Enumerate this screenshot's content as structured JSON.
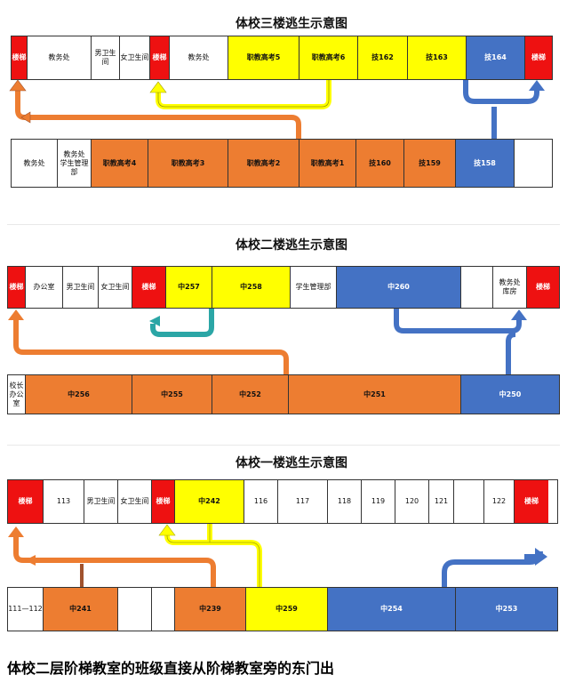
{
  "colors": {
    "stair": "#ee1111",
    "white": "#ffffff",
    "yellow": "#ffff00",
    "orange": "#ed7d31",
    "blue": "#4472c4",
    "teal": "#2ba6a6"
  },
  "floor3": {
    "title": "体校三楼逃生示意图",
    "top_row": [
      {
        "label": "楼梯",
        "kind": "stair"
      },
      {
        "label": "教务处",
        "kind": "white"
      },
      {
        "label": "男卫生间",
        "kind": "white"
      },
      {
        "label": "女卫生间",
        "kind": "white"
      },
      {
        "label": "楼梯",
        "kind": "stair"
      },
      {
        "label": "教务处",
        "kind": "white"
      },
      {
        "label": "职教高考5",
        "kind": "yellow"
      },
      {
        "label": "职教高考6",
        "kind": "yellow"
      },
      {
        "label": "技162",
        "kind": "yellow"
      },
      {
        "label": "技163",
        "kind": "yellow"
      },
      {
        "label": "技164",
        "kind": "blue"
      },
      {
        "label": "楼梯",
        "kind": "stair"
      }
    ],
    "bottom_row": [
      {
        "label": "教务处",
        "kind": "white"
      },
      {
        "label": "教务处\n学生管理部",
        "kind": "white"
      },
      {
        "label": "职教高考4",
        "kind": "orange"
      },
      {
        "label": "职教高考3",
        "kind": "orange"
      },
      {
        "label": "职教高考2",
        "kind": "orange"
      },
      {
        "label": "职教高考1",
        "kind": "orange"
      },
      {
        "label": "技160",
        "kind": "orange"
      },
      {
        "label": "技159",
        "kind": "orange"
      },
      {
        "label": "技158",
        "kind": "blue"
      },
      {
        "label": "",
        "kind": "white"
      }
    ]
  },
  "floor2": {
    "title": "体校二楼逃生示意图",
    "top_row": [
      {
        "label": "楼梯",
        "kind": "stair"
      },
      {
        "label": "办公室",
        "kind": "white"
      },
      {
        "label": "男卫生间",
        "kind": "white"
      },
      {
        "label": "女卫生间",
        "kind": "white"
      },
      {
        "label": "楼梯",
        "kind": "stair"
      },
      {
        "label": "中257",
        "kind": "yellow"
      },
      {
        "label": "中258",
        "kind": "yellow"
      },
      {
        "label": "学生管理部",
        "kind": "white"
      },
      {
        "label": "中260",
        "kind": "blue"
      },
      {
        "label": "",
        "kind": "white"
      },
      {
        "label": "教务处\n库房",
        "kind": "white"
      },
      {
        "label": "楼梯",
        "kind": "stair"
      }
    ],
    "bottom_row": [
      {
        "label": "校长\n办公\n室",
        "kind": "white"
      },
      {
        "label": "中256",
        "kind": "orange"
      },
      {
        "label": "中255",
        "kind": "orange"
      },
      {
        "label": "中252",
        "kind": "orange"
      },
      {
        "label": "中251",
        "kind": "orange"
      },
      {
        "label": "中250",
        "kind": "blue"
      }
    ]
  },
  "floor1": {
    "title": "体校一楼逃生示意图",
    "top_row": [
      {
        "label": "楼梯",
        "kind": "stair"
      },
      {
        "label": "113",
        "kind": "white"
      },
      {
        "label": "男卫生间",
        "kind": "white"
      },
      {
        "label": "女卫生间",
        "kind": "white"
      },
      {
        "label": "楼梯",
        "kind": "stair"
      },
      {
        "label": "中242",
        "kind": "yellow"
      },
      {
        "label": "116",
        "kind": "white"
      },
      {
        "label": "117",
        "kind": "white"
      },
      {
        "label": "118",
        "kind": "white"
      },
      {
        "label": "119",
        "kind": "white"
      },
      {
        "label": "120",
        "kind": "white"
      },
      {
        "label": "121",
        "kind": "white"
      },
      {
        "label": "",
        "kind": "white"
      },
      {
        "label": "122",
        "kind": "white"
      },
      {
        "label": "楼梯",
        "kind": "stair"
      }
    ],
    "bottom_row": [
      {
        "label": "111—112",
        "kind": "white"
      },
      {
        "label": "中241",
        "kind": "orange"
      },
      {
        "label": "",
        "kind": "white"
      },
      {
        "label": "",
        "kind": "white"
      },
      {
        "label": "中239",
        "kind": "orange"
      },
      {
        "label": "中259",
        "kind": "yellow"
      },
      {
        "label": "中254",
        "kind": "blue"
      },
      {
        "label": "中253",
        "kind": "blue"
      }
    ]
  },
  "caption": "体校二层阶梯教室的班级直接从阶梯教室旁的东门出"
}
